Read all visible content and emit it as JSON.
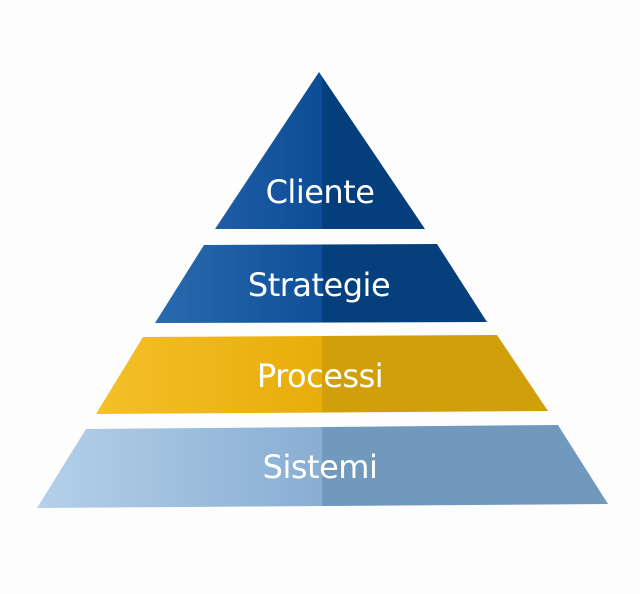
{
  "pyramid": {
    "levels": [
      {
        "label": "Cliente",
        "colors": {
          "light": "#3a78bb",
          "mid": "#0d4d98",
          "dark": "#053e7c"
        }
      },
      {
        "label": "Strategie",
        "colors": {
          "light": "#3f7dbd",
          "mid": "#0e4f98",
          "dark": "#053f7c"
        }
      },
      {
        "label": "Processi",
        "colors": {
          "light": "#f7c430",
          "mid": "#e8ad0a",
          "dark": "#d09f0a"
        }
      },
      {
        "label": "Sistemi",
        "colors": {
          "light": "#b4d0ea",
          "mid": "#88aed2",
          "dark": "#7099bd"
        }
      }
    ]
  }
}
